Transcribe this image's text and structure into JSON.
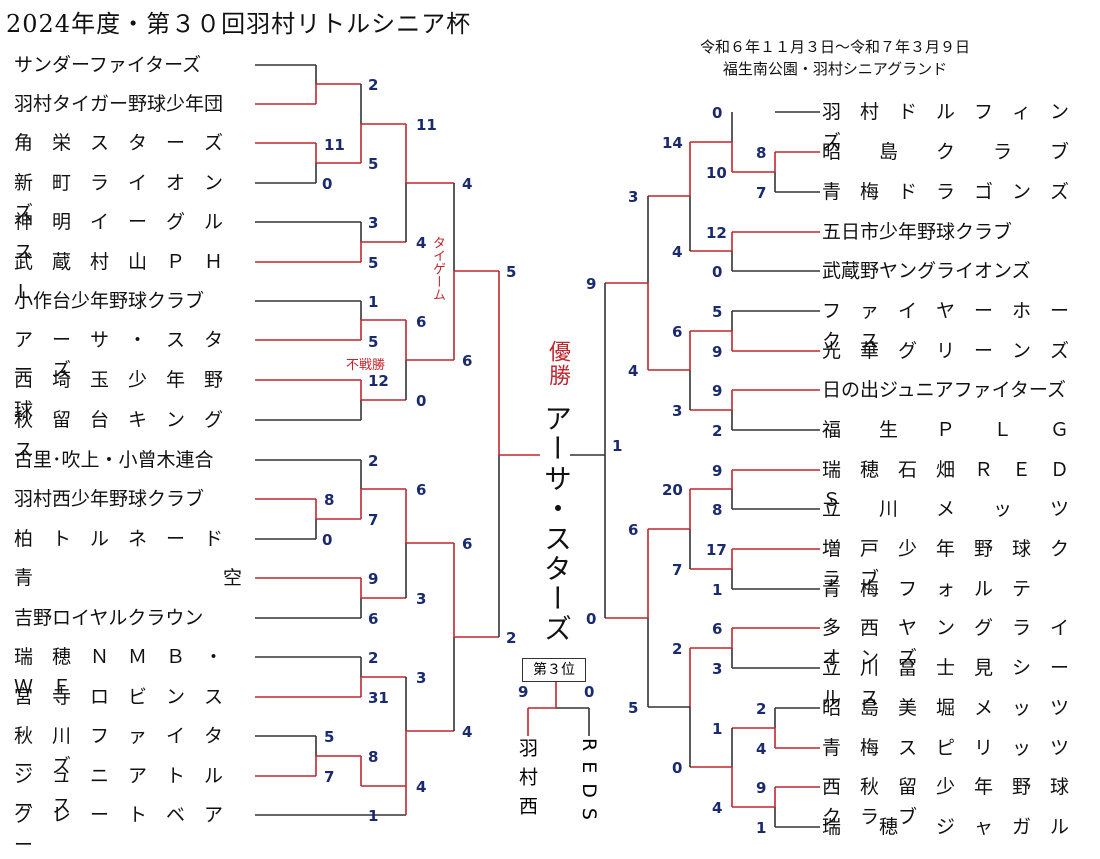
{
  "title": "2024年度・第３０回羽村リトルシニア杯",
  "dates": "令和６年１１月３日～令和７年３月９日",
  "venue": "福生南公園・羽村シニアグランド",
  "left_teams": [
    "サンダーファイターズ",
    "羽村タイガー野球少年団",
    "角　栄　ス　タ　ー　ズ",
    "新　町　ラ　イ　オ　ン　ズ",
    "神　明　イ　ー　グ　ル　ス",
    "武　蔵　村　山　Ｐ　Ｈ　Ｌ",
    "小作台少年野球クラブ",
    "ア　ー　サ　・　ス　タ　ー　ズ",
    "西　埼　玉　少　年　野　球",
    "秋　留　台　キ　ン　グ　ス",
    "古里･吹上・小曾木連合",
    "羽村西少年野球クラブ",
    "柏　ト　ル　ネ　ー　ド",
    "青　　　　　　　　　　空",
    "吉野ロイヤルクラウン",
    "瑞　穂　Ｎ　Ｍ　Ｂ　・　Ｗ　Ｆ",
    "宮　寺　ロ　ビ　ン　ス",
    "秋　川　フ　ァ　イ　タ　ー　ズ",
    "ジ　ュ　ニ　ア　ト　ル　ー　ス",
    "グ　レ　ー　ト　ベ　ア　ー"
  ],
  "right_teams": [
    "羽　村　ド　ル　フ　ィ　ン　ズ",
    "昭　　島　　ク　　ラ　　ブ",
    "青　梅　ド　ラ　ゴ　ン　ズ",
    "五日市少年野球クラブ",
    "武蔵野ヤングライオンズ",
    "フ　ァ　イ　ヤ　ー　ホ　ー　ク　ス",
    "光　華　グ　リ　ー　ン　ズ",
    "日の出ジュニアファイターズ",
    "福　　生　　Ｐ　　Ｌ　　Ｇ",
    "瑞　穂　石　畑　Ｒ　Ｅ　Ｄ　Ｓ",
    "立　　川　　メ　　ッ　　ツ",
    "増　戸　少　年　野　球　ク　ラ　ブ",
    "青　梅　フ　ォ　ル　テ",
    "多　西　ヤ　ン　グ　ラ　イ　オ　ン　ズ",
    "立　川　冨　士　見　シ　ー　ル　ス",
    "昭　島　美　堀　メ　ッ　ツ",
    "青　梅　ス　ピ　リ　ッ　ツ",
    "西　秋　留　少　年　野　球　ク　ラ　ブ",
    "瑞　　穂　　ジ　ャ　ガ　ル"
  ],
  "scores": [
    "2",
    "11",
    "5",
    "0",
    "11",
    "4",
    "3",
    "4",
    "5",
    "1",
    "6",
    "5",
    "12",
    "0",
    "5",
    "6",
    "2",
    "8",
    "7",
    "0",
    "6",
    "9",
    "3",
    "6",
    "6",
    "2",
    "2",
    "31",
    "3",
    "5",
    "7",
    "8",
    "4",
    "1",
    "4",
    "0",
    "14",
    "8",
    "10",
    "7",
    "3",
    "12",
    "4",
    "0",
    "9",
    "5",
    "6",
    "9",
    "4",
    "9",
    "3",
    "2",
    "1",
    "9",
    "20",
    "8",
    "17",
    "6",
    "7",
    "1",
    "0",
    "6",
    "2",
    "3",
    "5",
    "2",
    "1",
    "4",
    "0",
    "9",
    "4",
    "1"
  ],
  "notes": {
    "tiger_game": "タイゲーム",
    "forfeit": "不戦勝"
  },
  "champion": {
    "label": "優勝",
    "team": "アーサ・スターズ"
  },
  "third_place": {
    "label": "第３位",
    "left_score": "9",
    "right_score": "0",
    "left_team": "羽村西",
    "right_team": "REDS"
  },
  "colors": {
    "win_line": "#c0272d",
    "line": "#333333",
    "score": "#1a2a6e"
  }
}
